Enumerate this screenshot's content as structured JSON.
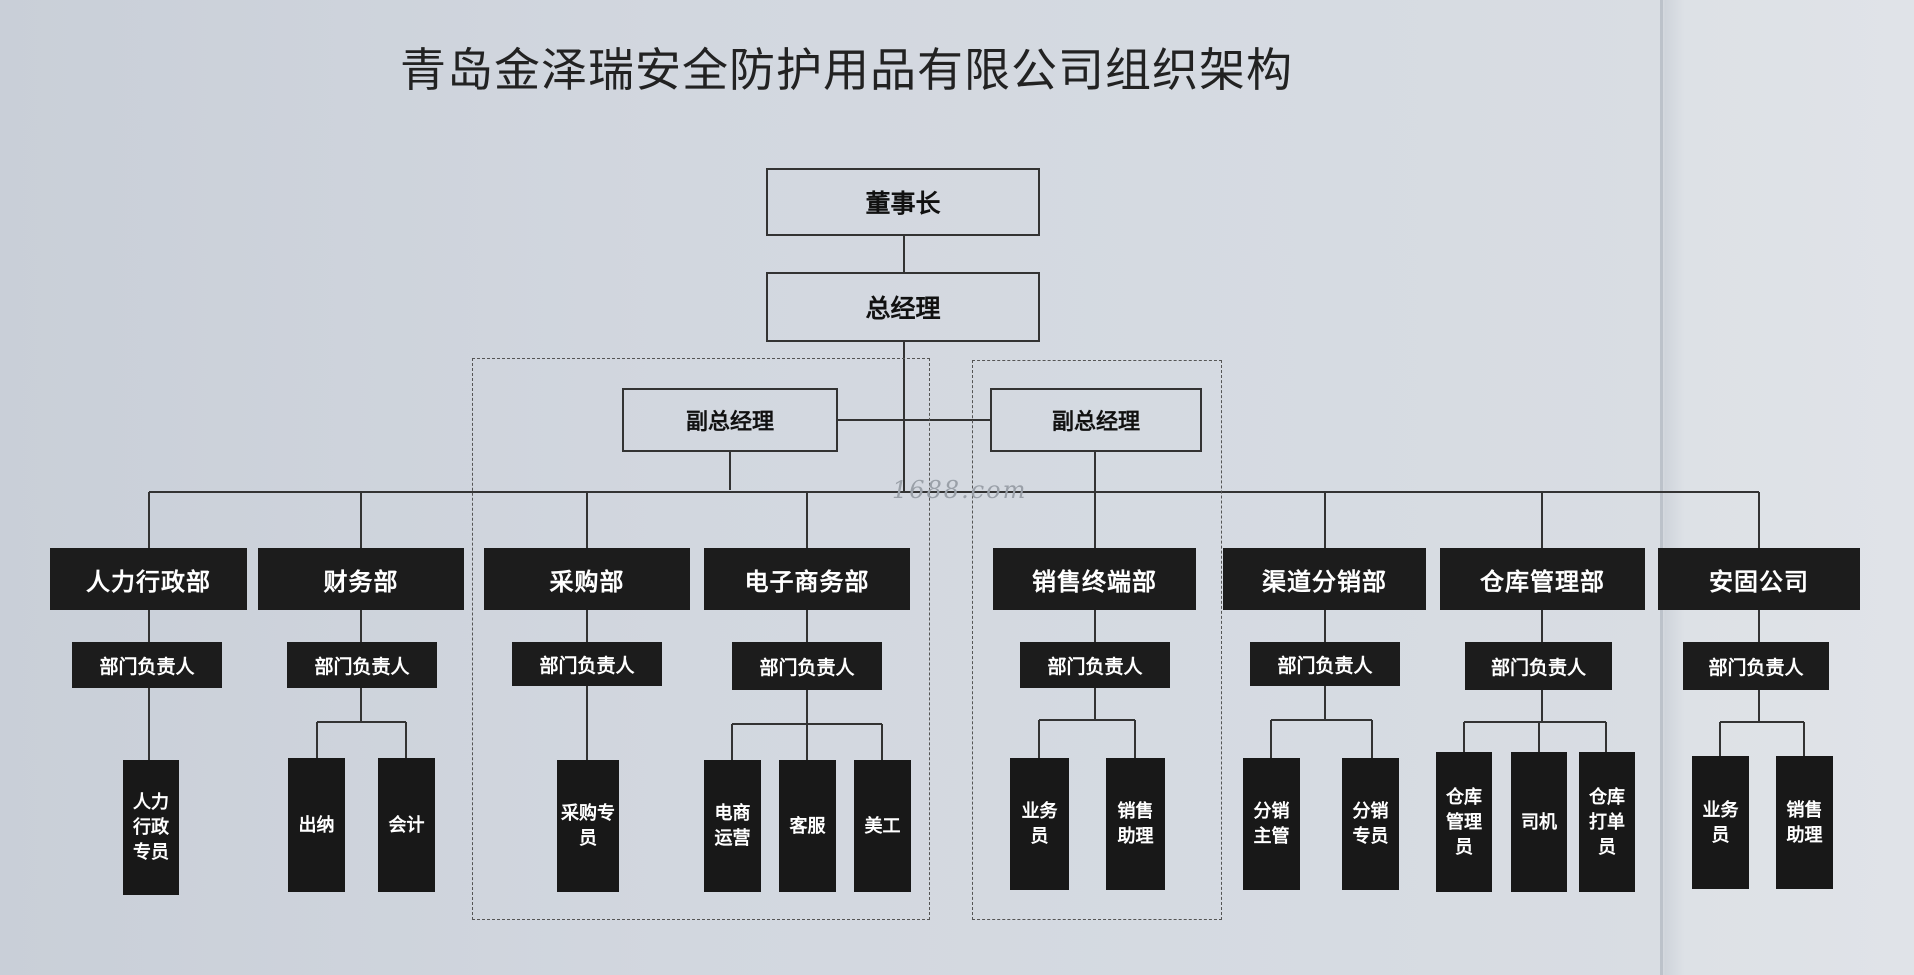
{
  "title": "青岛金泽瑞安全防护用品有限公司组织架构",
  "watermark": "1688.com",
  "chairman": "董事长",
  "general_manager": "总经理",
  "vice_gm_left": "副总经理",
  "vice_gm_right": "副总经理",
  "head_label": "部门负责人",
  "departments": [
    {
      "name": "人力行政部",
      "staff": [
        "人力行政专员"
      ]
    },
    {
      "name": "财务部",
      "staff": [
        "出纳",
        "会计"
      ]
    },
    {
      "name": "采购部",
      "staff": [
        "采购专员"
      ]
    },
    {
      "name": "电子商务部",
      "staff": [
        "电商运营",
        "客服",
        "美工"
      ]
    },
    {
      "name": "销售终端部",
      "staff": [
        "业务员",
        "销售助理"
      ]
    },
    {
      "name": "渠道分销部",
      "staff": [
        "分销主管",
        "分销专员"
      ]
    },
    {
      "name": "仓库管理部",
      "staff": [
        "仓库管理员",
        "司机",
        "仓库打单员"
      ]
    },
    {
      "name": "安固公司",
      "staff": [
        "业务员",
        "销售助理"
      ]
    }
  ],
  "colors": {
    "box_dark": "#1c1c1c",
    "line": "#333333",
    "background": "#d4d9e0"
  }
}
